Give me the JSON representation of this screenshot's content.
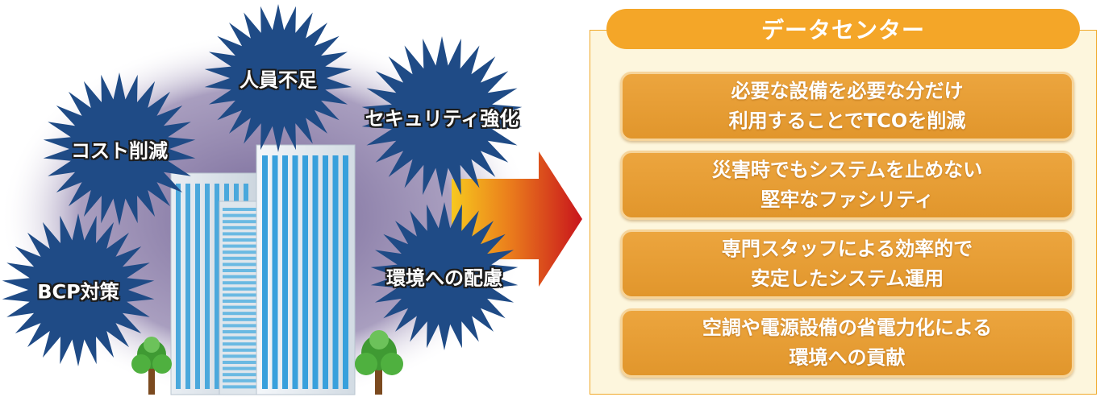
{
  "bursts": [
    {
      "id": "staff-shortage",
      "label": "人員不足"
    },
    {
      "id": "cost-reduction",
      "label": "コスト削減"
    },
    {
      "id": "security",
      "label": "セキュリティ強化"
    },
    {
      "id": "environment",
      "label": "環境への配慮"
    },
    {
      "id": "bcp",
      "label": "BCP対策"
    }
  ],
  "datacenter": {
    "title": "データセンター",
    "features": [
      {
        "line1": "必要な設備を必要な分だけ",
        "line2": "利用することでTCOを削減"
      },
      {
        "line1": "災害時でもシステムを止めない",
        "line2": "堅牢なファシリティ"
      },
      {
        "line1": "専門スタッフによる効率的で",
        "line2": "安定したシステム運用"
      },
      {
        "line1": "空調や電源設備の省電力化による",
        "line2": "環境への貢献"
      }
    ]
  },
  "colors": {
    "burst": "#1f4b86",
    "glow": "#7a6a9a",
    "arrow_start": "#f7c81e",
    "arrow_end": "#c8141c",
    "panel_accent": "#f4a628"
  }
}
